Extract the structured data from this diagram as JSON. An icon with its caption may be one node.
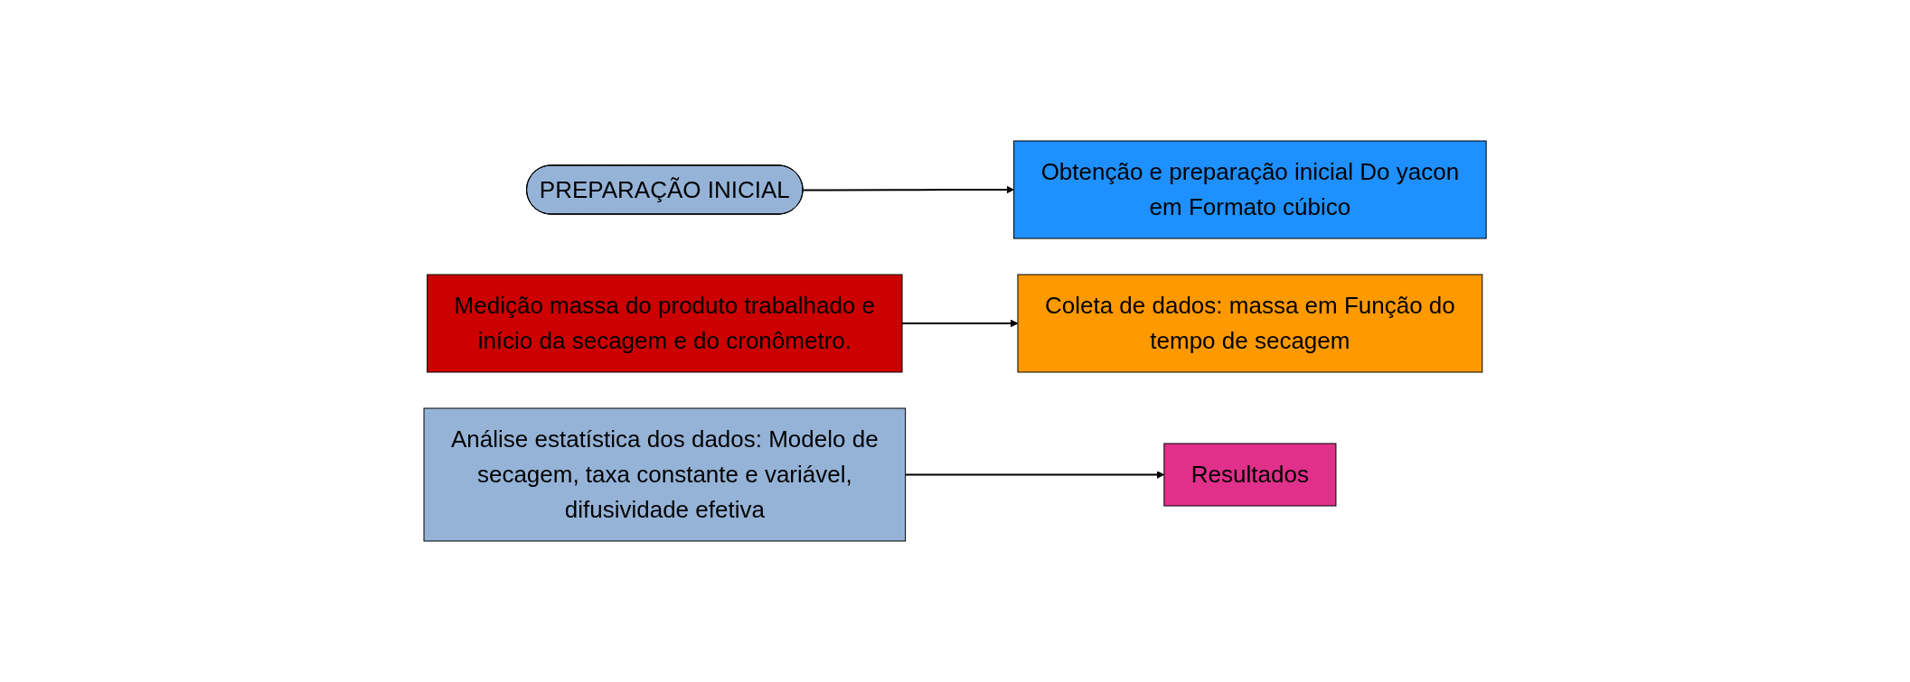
{
  "diagram": {
    "nodes": [
      {
        "text": [
          "PREPARAÇÃO INICIAL"
        ]
      },
      {
        "text": [
          "Obtenção e preparação inicial Do yacon em Formato cúbico"
        ]
      },
      {
        "text": [
          "Medição massa do produto trabalhado e início da secagem e do cronômetro."
        ]
      },
      {
        "text": [
          "Coleta de dados: massa em Função do tempo de secagem"
        ]
      },
      {
        "text": [
          "Análise estatística dos dados: Modelo de secagem, taxa constante e variável, difusividade efetiva"
        ]
      },
      {
        "text": [
          "Resultados"
        ]
      }
    ],
    "edges": [
      {
        "from": 0,
        "to": 1,
        "arrow": "to"
      },
      {
        "from": 2,
        "to": 3,
        "arrow": "to"
      },
      {
        "from": 4,
        "to": 5,
        "arrow": "to"
      }
    ]
  }
}
